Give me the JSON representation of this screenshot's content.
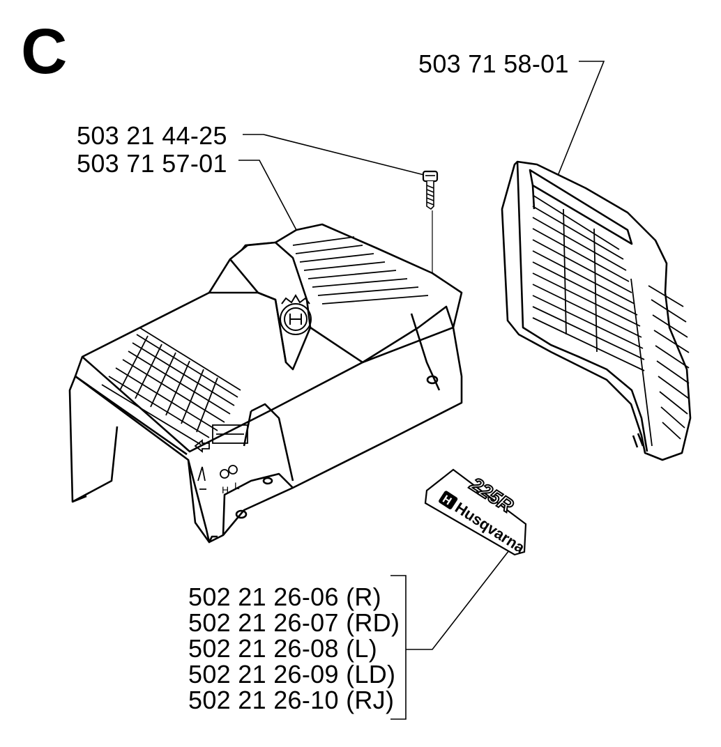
{
  "section_letter": "C",
  "callouts": {
    "grille_part": "503 71 58-01",
    "screw_part": "503 21 44-25",
    "cover_part": "503 71 57-01",
    "decal_parts": [
      "502 21 26-06 (R)",
      "502 21 26-07 (RD)",
      "502 21 26-08 (L)",
      "502 21 26-09 (LD)",
      "502 21 26-10 (RJ)"
    ]
  },
  "decal": {
    "model": "225R",
    "brand": "Husqvarna"
  },
  "cover_markings": {
    "h": "H",
    "l": "L"
  }
}
